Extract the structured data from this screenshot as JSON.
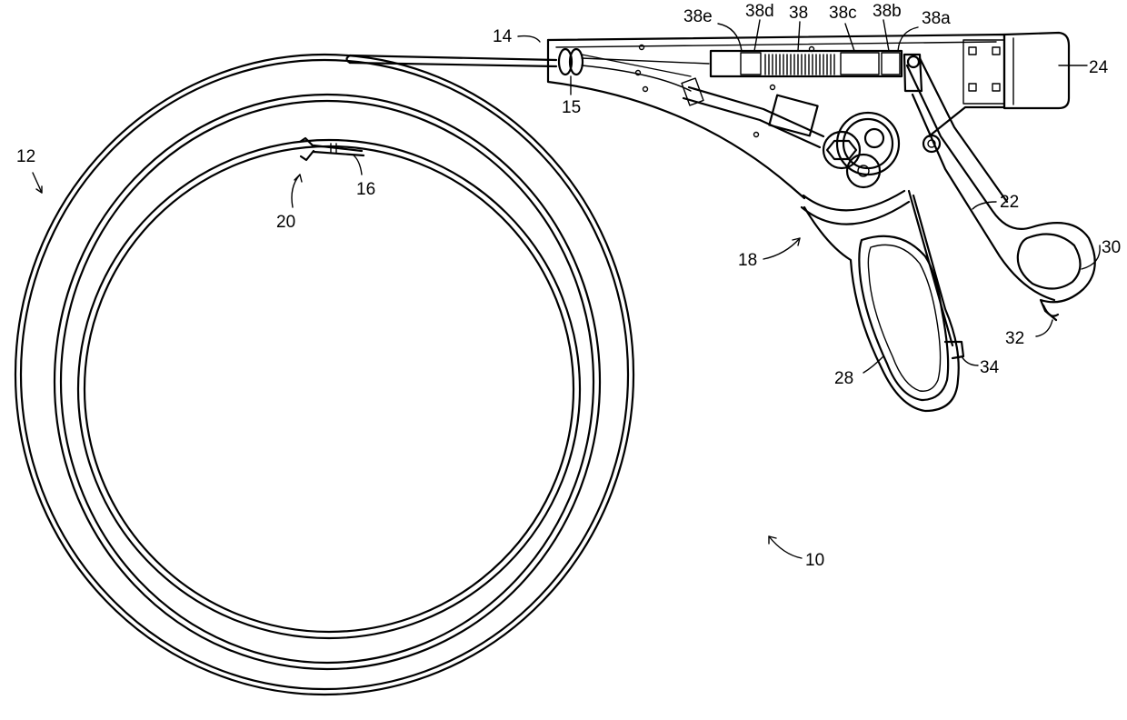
{
  "figure": {
    "labels": {
      "l10": "10",
      "l12": "12",
      "l14": "14",
      "l15": "15",
      "l16": "16",
      "l18": "18",
      "l20": "20",
      "l22": "22",
      "l24": "24",
      "l28": "28",
      "l30": "30",
      "l32": "32",
      "l34": "34",
      "l38": "38",
      "l38a": "38a",
      "l38b": "38b",
      "l38c": "38c",
      "l38d": "38d",
      "l38e": "38e"
    }
  },
  "colors": {
    "ink": "#000000",
    "paper": "#ffffff"
  }
}
